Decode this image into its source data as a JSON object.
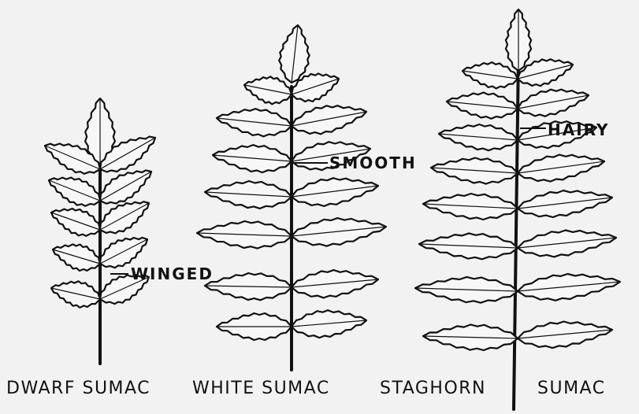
{
  "labels": {
    "dwarf_feature": "WINGED",
    "white_feature": "SMOOTH",
    "staghorn_feature": "HAIRY"
  },
  "captions": {
    "dwarf": "DWARF SUMAC",
    "white": "WHITE SUMAC",
    "staghorn_left": "STAGHORN",
    "staghorn_right": "SUMAC"
  },
  "colors": {
    "ink": "#111111",
    "paper": "#f2f2f2"
  }
}
